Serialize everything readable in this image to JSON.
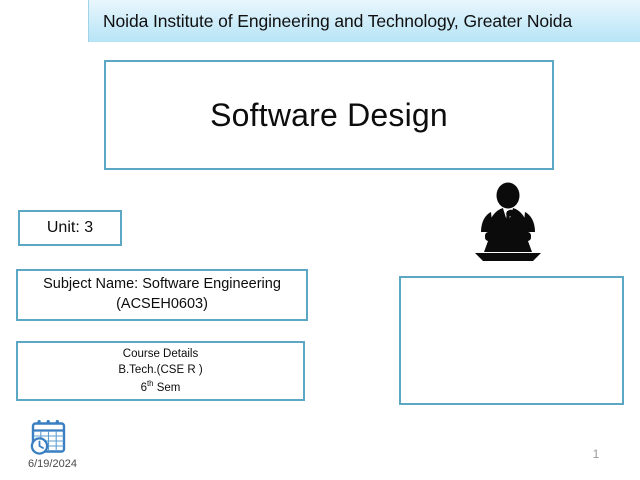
{
  "header": {
    "institute_name": "Noida Institute of Engineering and Technology, Greater Noida",
    "background_gradient_top": "#e9f6fc",
    "background_gradient_bottom": "#b7e4f6"
  },
  "title": {
    "text": "Software Design",
    "border_color": "#5ba7c4"
  },
  "unit": {
    "label": "Unit: 3"
  },
  "subject": {
    "name_line": "Subject Name:  Software Engineering",
    "code_line": "(ACSEH0603)"
  },
  "course": {
    "heading": "Course Details",
    "program": "B.Tech.(CSE R )",
    "semester_number": "6",
    "semester_suffix": "th",
    "semester_label": "Sem"
  },
  "right_panel": {
    "content": ""
  },
  "icons": {
    "speaker_podium": "speaker-podium-icon",
    "calendar_clock": "calendar-clock-icon"
  },
  "footer": {
    "date": "6/19/2024",
    "slide_number": "1"
  }
}
